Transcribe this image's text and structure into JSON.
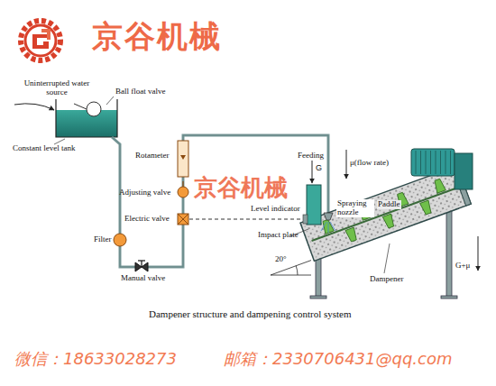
{
  "diagram": {
    "caption": "Dampener structure and dampening control system",
    "labels": [
      "京谷机械",
      "Uninterrupted water source",
      "Ball float valve",
      "Constant level tank",
      "Rotameter",
      "Adjusting valve",
      "Electric valve",
      "Filter",
      "Manual valve",
      "京谷机械",
      "Feeding",
      "G",
      "μ(flow rate)",
      "Level indicator",
      "Spraying nozzle",
      "Paddle",
      "Impact plate",
      "20°",
      "Dampener",
      "G+μ",
      "微信：18633028273",
      "邮箱：2330706431@qq.com"
    ]
  }
}
